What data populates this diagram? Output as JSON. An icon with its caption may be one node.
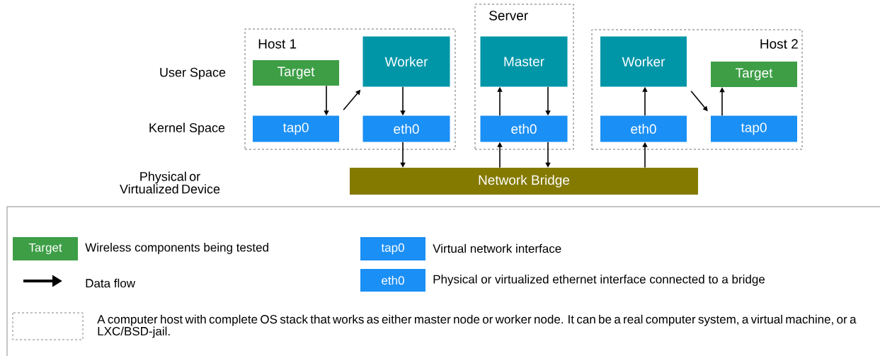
{
  "diagram": {
    "nodes": [
      {
        "text": [
          "Host 1"
        ]
      },
      {
        "text": [
          "Target"
        ],
        "in": 0
      },
      {
        "text": [
          "Worker"
        ],
        "in": 0
      },
      {
        "text": [
          "tap0"
        ],
        "in": 0
      },
      {
        "text": [
          "eth0"
        ],
        "in": 0
      },
      {
        "text": [
          "Server"
        ]
      },
      {
        "text": [
          "Master"
        ],
        "in": 5
      },
      {
        "text": [
          "eth0"
        ],
        "in": 5
      },
      {
        "text": [
          "Host 2"
        ]
      },
      {
        "text": [
          "Worker"
        ],
        "in": 8
      },
      {
        "text": [
          "Target"
        ],
        "in": 8
      },
      {
        "text": [
          "eth0"
        ],
        "in": 8
      },
      {
        "text": [
          "tap0"
        ],
        "in": 8
      },
      {
        "text": [
          "Network Bridge"
        ]
      }
    ],
    "edges": [
      {
        "from": 1,
        "to": 3,
        "arrow": "to"
      },
      {
        "from": 3,
        "to": 2,
        "arrow": "to"
      },
      {
        "from": 2,
        "to": 4,
        "arrow": "to"
      },
      {
        "from": 4,
        "to": 13,
        "arrow": "to"
      },
      {
        "from": 13,
        "to": 7,
        "arrow": "to"
      },
      {
        "from": 7,
        "to": 6,
        "arrow": "to"
      },
      {
        "from": 6,
        "to": 7,
        "arrow": "to"
      },
      {
        "from": 7,
        "to": 13,
        "arrow": "to"
      },
      {
        "from": 13,
        "to": 11,
        "arrow": "to"
      },
      {
        "from": 11,
        "to": 9,
        "arrow": "to"
      },
      {
        "from": 9,
        "to": 12,
        "arrow": "to"
      },
      {
        "from": 12,
        "to": 10,
        "arrow": "to"
      }
    ],
    "labels": [
      "User Space",
      "Kernel Space",
      "Physical or Virtualized Device",
      "Target",
      "tap0",
      "eth0"
    ],
    "legend": [
      {
        "text": "Wireless components being tested",
        "color": "#3d9e46"
      },
      {
        "text": "Virtual network interface",
        "color": "#1a8ff5"
      },
      {
        "text": "Data flow"
      },
      {
        "text": "Physical or virtualized ethernet interface connected to a bridge",
        "color": "#1a8ff5"
      },
      {
        "text": "A computer host with complete OS stack that works as either master node or worker node. It can be a real computer system, a virtual machine, or a LXC/BSD-jail."
      }
    ]
  }
}
